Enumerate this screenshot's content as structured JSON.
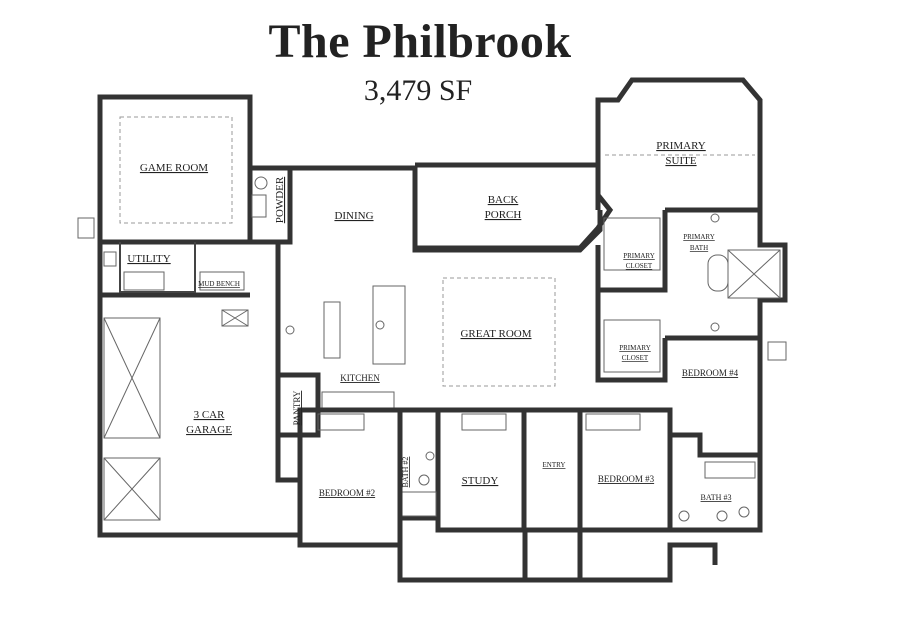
{
  "title": "The Philbrook",
  "square_footage": "3,479 SF",
  "rooms": {
    "game_room": "GAME ROOM",
    "powder": "POWDER",
    "utility": "UTILITY",
    "mud_bench": "MUD BENCH",
    "dining": "DINING",
    "back_porch_1": "BACK",
    "back_porch_2": "PORCH",
    "primary_suite_1": "PRIMARY",
    "primary_suite_2": "SUITE",
    "primary_bath_1": "PRIMARY",
    "primary_bath_2": "BATH",
    "primary_closet_a_1": "PRIMARY",
    "primary_closet_a_2": "CLOSET",
    "primary_closet_b_1": "PRIMARY",
    "primary_closet_b_2": "CLOSET",
    "great_room": "GREAT ROOM",
    "kitchen": "KITCHEN",
    "pantry": "PANTRY",
    "garage_1": "3 CAR",
    "garage_2": "GARAGE",
    "bedroom_4": "BEDROOM #4",
    "bedroom_2": "BEDROOM #2",
    "bath_2": "BATH #2",
    "study": "STUDY",
    "entry": "ENTRY",
    "bedroom_3": "BEDROOM #3",
    "bath_3": "BATH #3"
  }
}
